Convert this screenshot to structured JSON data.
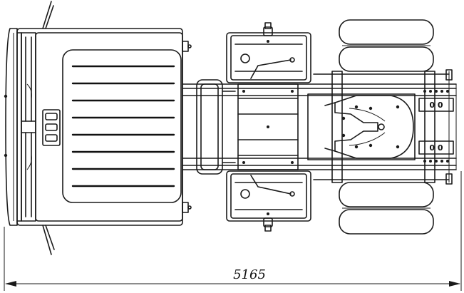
{
  "dimension": {
    "overall_length": "5165"
  },
  "markings": {
    "upper_plate": "0 0",
    "lower_plate": "0 0"
  },
  "colors": {
    "line": "#1a1a1a",
    "background": "#ffffff"
  }
}
